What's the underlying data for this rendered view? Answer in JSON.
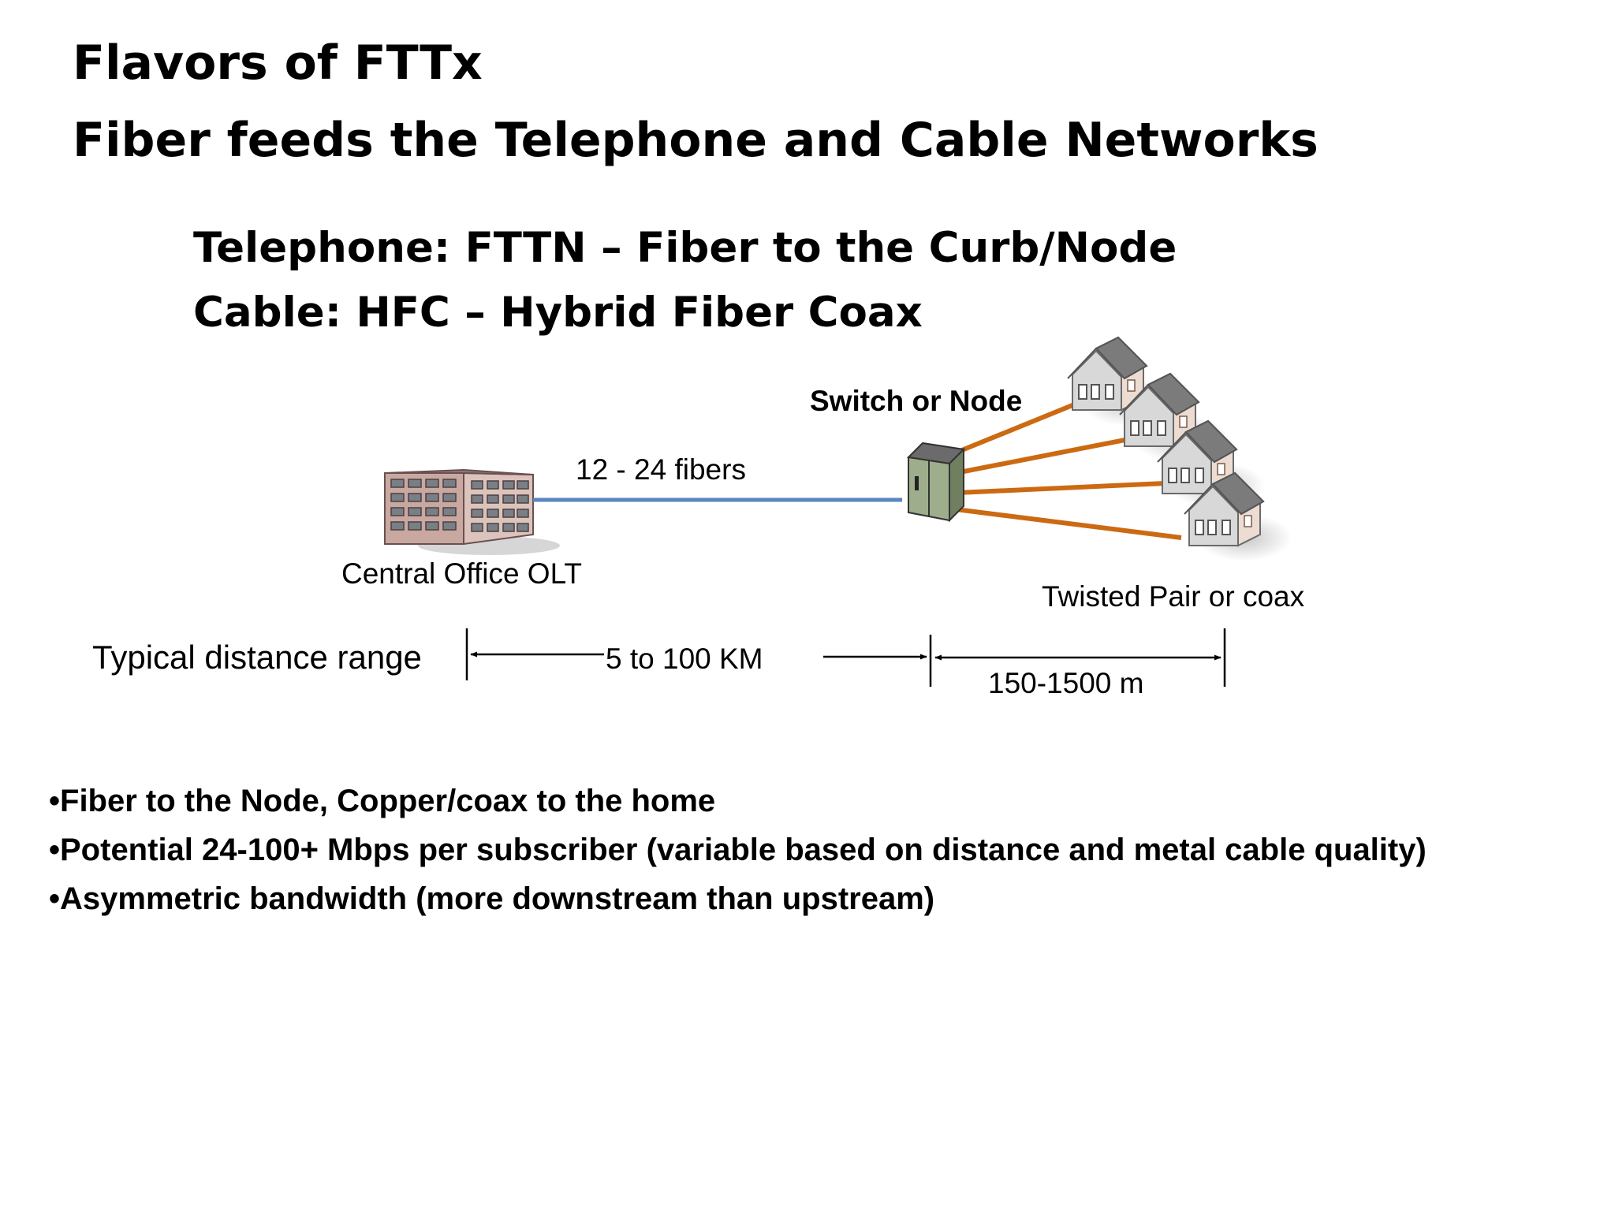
{
  "slide": {
    "title_line1": "Flavors of FTTx",
    "title_line2": "Fiber feeds the Telephone and Cable Networks",
    "subtitle_line1": "Telephone:  FTTN – Fiber to the Curb/Node",
    "subtitle_line2": "Cable:  HFC – Hybrid Fiber Coax"
  },
  "diagram": {
    "central_office_label": "Central Office OLT",
    "fiber_label": "12 - 24 fibers",
    "node_label": "Switch  or Node",
    "drop_label": "Twisted Pair or coax",
    "distance_row_label": "Typical distance range",
    "feeder_distance": "5 to 100 KM",
    "drop_distance": "150-1500 m",
    "colors": {
      "fiber": "#5a86c0",
      "copper": "#cc6a12"
    }
  },
  "bullets": [
    "•Fiber to the Node, Copper/coax to the home",
    "•Potential 24-100+ Mbps per subscriber (variable based on distance and metal cable quality)",
    "•Asymmetric bandwidth (more downstream than upstream)"
  ]
}
